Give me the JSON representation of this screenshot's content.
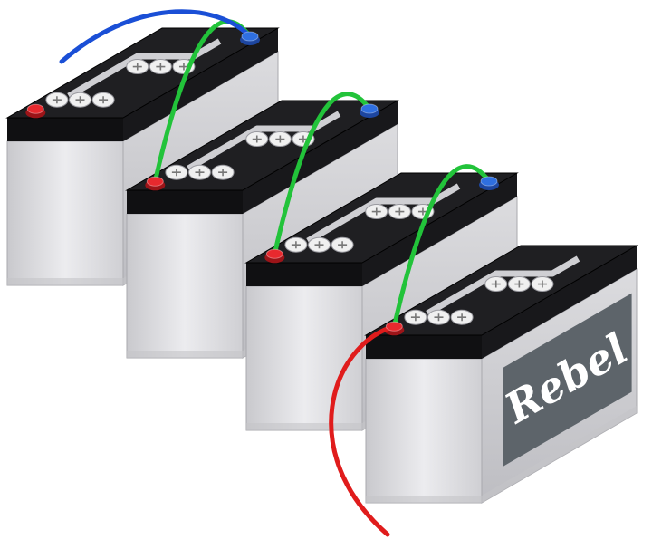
{
  "brand": {
    "label": "Rebel"
  },
  "batteries": [
    {
      "name": "battery-1",
      "positive_terminal": "red",
      "negative_terminal": "blue"
    },
    {
      "name": "battery-2",
      "positive_terminal": "red",
      "negative_terminal": "blue"
    },
    {
      "name": "battery-3",
      "positive_terminal": "red",
      "negative_terminal": "blue"
    },
    {
      "name": "battery-4",
      "positive_terminal": "red",
      "negative_terminal": "none"
    }
  ],
  "colors": {
    "case_body": "#d9d9dc",
    "case_shadow": "#b5b5ba",
    "lid_top": "#1f1f22",
    "lid_side": "#101012",
    "vent_cap": "#f0f0f0",
    "terminal_positive": "#e8292e",
    "terminal_negative": "#2f6fe0",
    "wire_series": "#22c33a",
    "wire_negative_lead": "#1a4fd6",
    "wire_positive_lead": "#e01c1c",
    "label_bg": "#5d646a",
    "label_text": "#ffffff"
  }
}
